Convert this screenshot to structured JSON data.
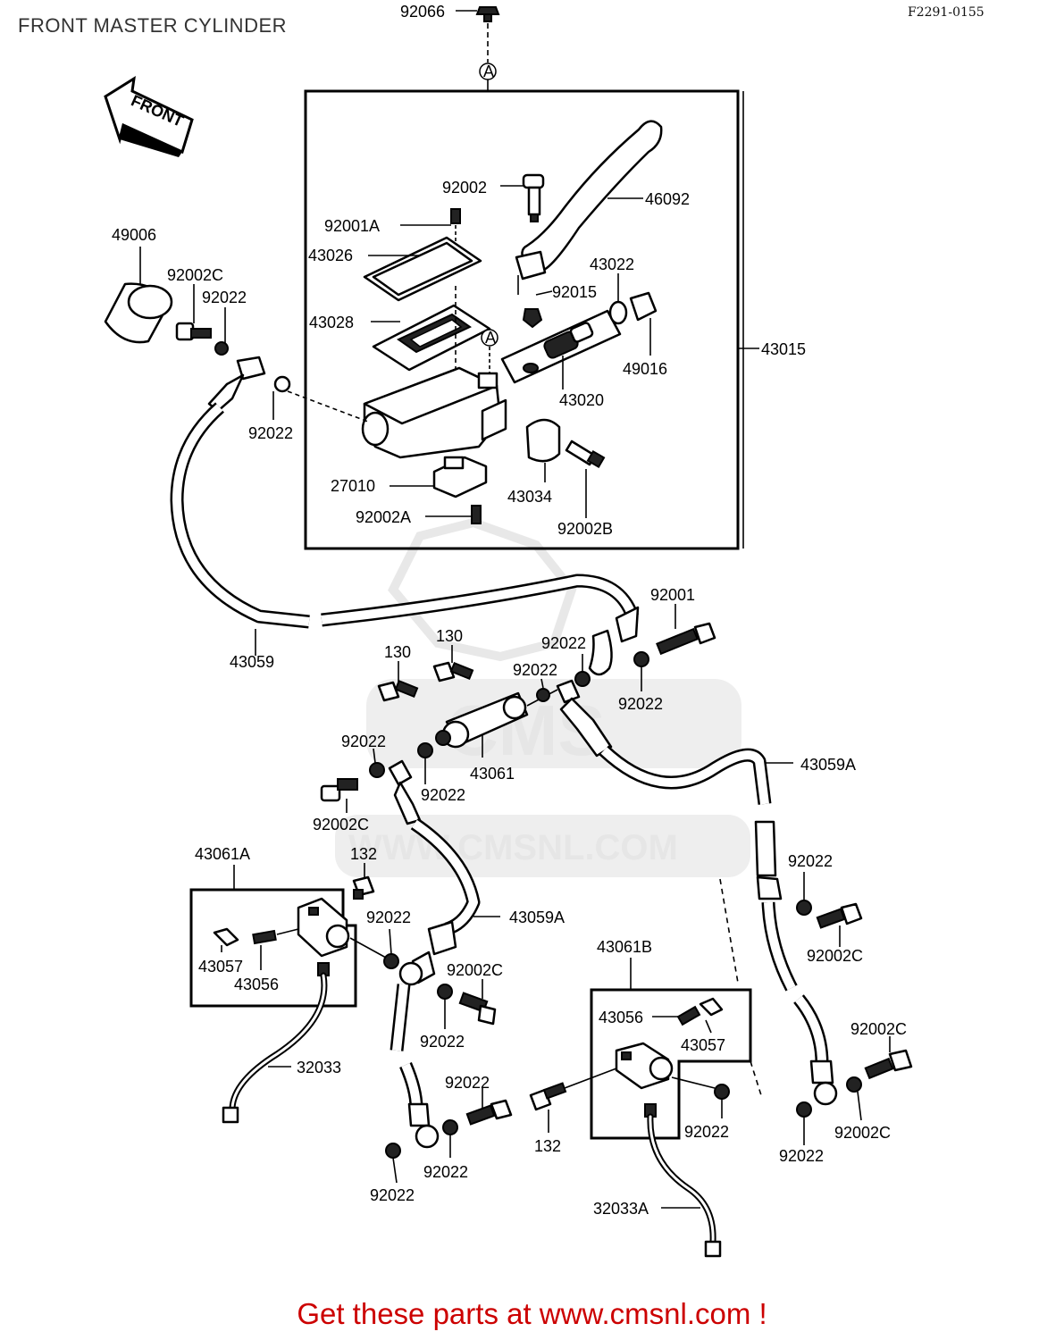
{
  "title": "FRONT MASTER CYLINDER",
  "diagram_code": "F2291-0155",
  "footer": "Get these parts at www.cmsnl.com !",
  "colors": {
    "footer": "#cc0000",
    "watermark": "#e6e6e6"
  },
  "watermark": {
    "brand": "CMS",
    "url": "WWW.CMSNL.COM"
  },
  "front_badge": "FRONT",
  "markers": [
    "A",
    "A"
  ],
  "labels": [
    "92066",
    "92002",
    "46092",
    "92001A",
    "43026",
    "43022",
    "92015",
    "43028",
    "49016",
    "43015",
    "43020",
    "49006",
    "92002C",
    "92022",
    "92022",
    "27010",
    "43034",
    "92002A",
    "92002B",
    "43059",
    "92001",
    "130",
    "130",
    "92022",
    "92022",
    "92022",
    "92022",
    "92022",
    "43061",
    "43059A",
    "92002C",
    "43061A",
    "132",
    "92022",
    "92022",
    "43059A",
    "43057",
    "43056",
    "92002C",
    "32033",
    "92022",
    "92002C",
    "43061B",
    "43056",
    "43057",
    "92002C",
    "92022",
    "132",
    "92022",
    "92022",
    "92022",
    "92022",
    "32033A"
  ]
}
